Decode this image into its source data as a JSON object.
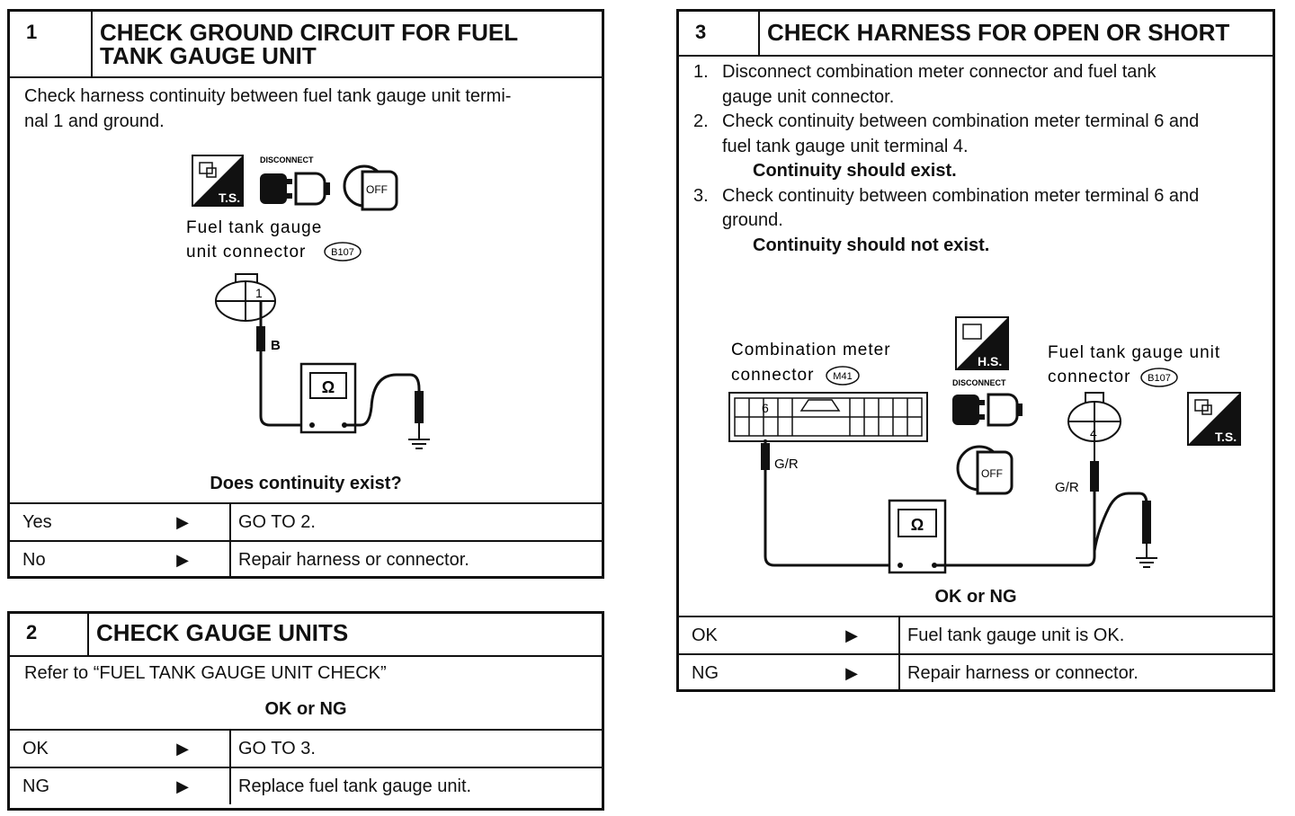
{
  "step1": {
    "number": "1",
    "title_line1": "CHECK GROUND CIRCUIT FOR FUEL",
    "title_line2": "TANK GAUGE UNIT",
    "instr_line1": "Check harness continuity between fuel tank gauge unit termi-",
    "instr_line2": "nal 1 and ground.",
    "icon_ts": "T.S.",
    "icon_disconnect": "DISCONNECT",
    "icon_off": "OFF",
    "connector_label_line1": "Fuel tank gauge",
    "connector_label_line2": "unit connector",
    "connector_code": "B107",
    "terminal": "1",
    "wire_color": "B",
    "ohm": "Ω",
    "question": "Does continuity exist?",
    "rows": [
      {
        "answer": "Yes",
        "arrow": "▶",
        "action": "GO TO 2."
      },
      {
        "answer": "No",
        "arrow": "▶",
        "action": "Repair harness or connector."
      }
    ]
  },
  "step2": {
    "number": "2",
    "title": "CHECK GAUGE UNITS",
    "instr": "Refer to “FUEL TANK GAUGE UNIT CHECK”",
    "question": "OK or NG",
    "rows": [
      {
        "answer": "OK",
        "arrow": "▶",
        "action": "GO TO 3."
      },
      {
        "answer": "NG",
        "arrow": "▶",
        "action": "Replace fuel tank gauge unit."
      }
    ]
  },
  "step3": {
    "number": "3",
    "title": "CHECK HARNESS FOR OPEN OR SHORT",
    "items": [
      {
        "num": "1.",
        "line1": "Disconnect combination meter connector and fuel tank",
        "line2": "gauge unit connector."
      },
      {
        "num": "2.",
        "line1": "Check continuity between combination meter terminal 6 and",
        "line2": "fuel tank gauge unit terminal 4."
      },
      {
        "num": "3.",
        "line1": "Check continuity between combination meter terminal 6 and",
        "line2": "ground."
      }
    ],
    "note1": "Continuity should exist.",
    "note2": "Continuity should not exist.",
    "meter_label_line1": "Combination meter",
    "meter_label_line2": "connector",
    "meter_code": "M41",
    "meter_terminal": "6",
    "meter_wire": "G/R",
    "icon_hs": "H.S.",
    "icon_disconnect": "DISCONNECT",
    "icon_off": "OFF",
    "icon_ts": "T.S.",
    "fuel_label_line1": "Fuel tank gauge unit",
    "fuel_label_line2": "connector",
    "fuel_code": "B107",
    "fuel_terminal": "4",
    "fuel_wire": "G/R",
    "ohm": "Ω",
    "question": "OK or NG",
    "rows": [
      {
        "answer": "OK",
        "arrow": "▶",
        "action": "Fuel tank gauge unit is OK."
      },
      {
        "answer": "NG",
        "arrow": "▶",
        "action": "Repair harness or connector."
      }
    ]
  }
}
